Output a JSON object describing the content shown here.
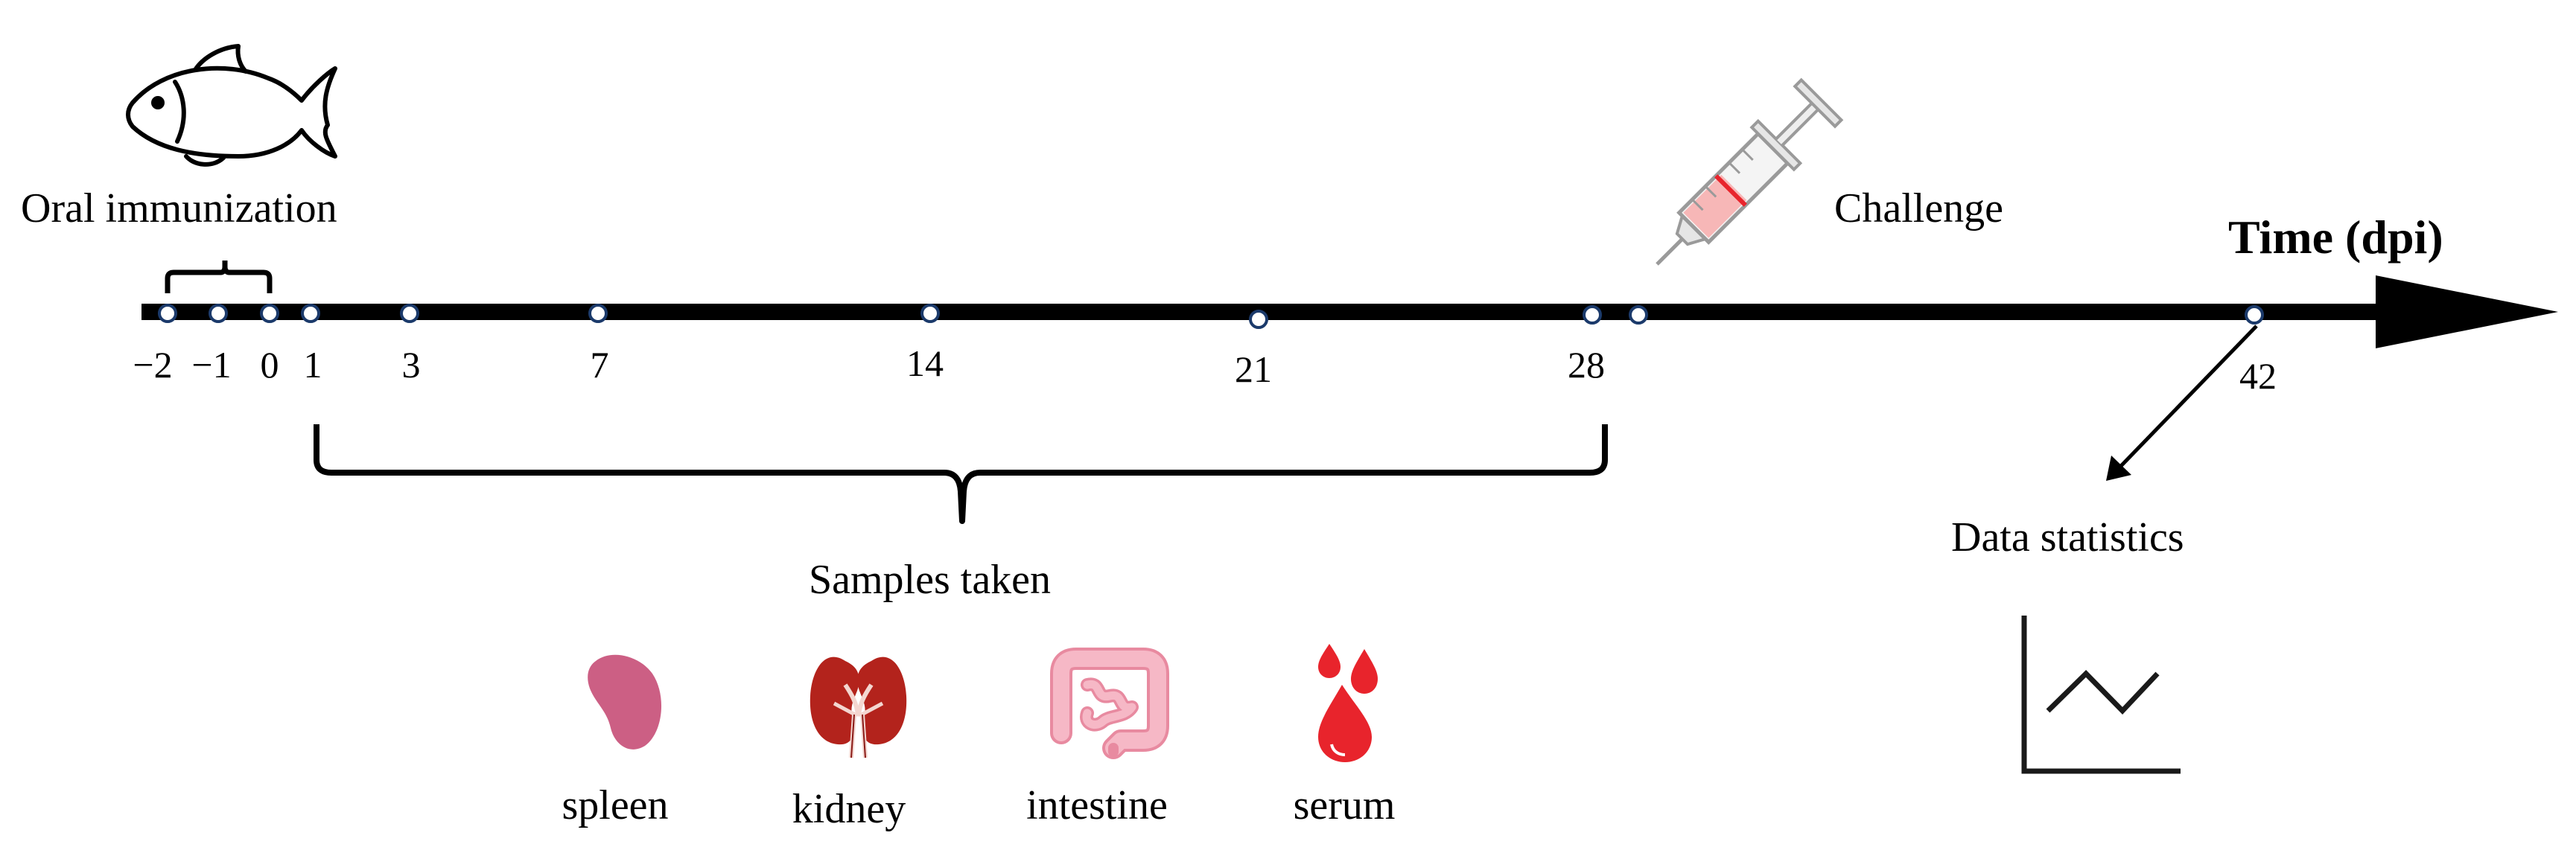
{
  "labels": {
    "oral_immunization": "Oral immunization",
    "challenge": "Challenge",
    "time_axis": "Time (dpi)",
    "samples_taken": "Samples taken",
    "data_statistics": "Data statistics"
  },
  "ticks": [
    "−2",
    "−1",
    "0",
    "1",
    "3",
    "7",
    "14",
    "21",
    "28",
    "42"
  ],
  "samples": [
    {
      "label": "spleen",
      "icon": "spleen-icon"
    },
    {
      "label": "kidney",
      "icon": "kidney-icon"
    },
    {
      "label": "intestine",
      "icon": "intestine-icon"
    },
    {
      "label": "serum",
      "icon": "blood-drop-icon"
    }
  ],
  "colors": {
    "spleen": "#cc5f84",
    "kidney": "#b3231c",
    "intestine": "#f2a0b2",
    "blood": "#e8242c",
    "syringe_fluid": "#f7b7b7"
  }
}
